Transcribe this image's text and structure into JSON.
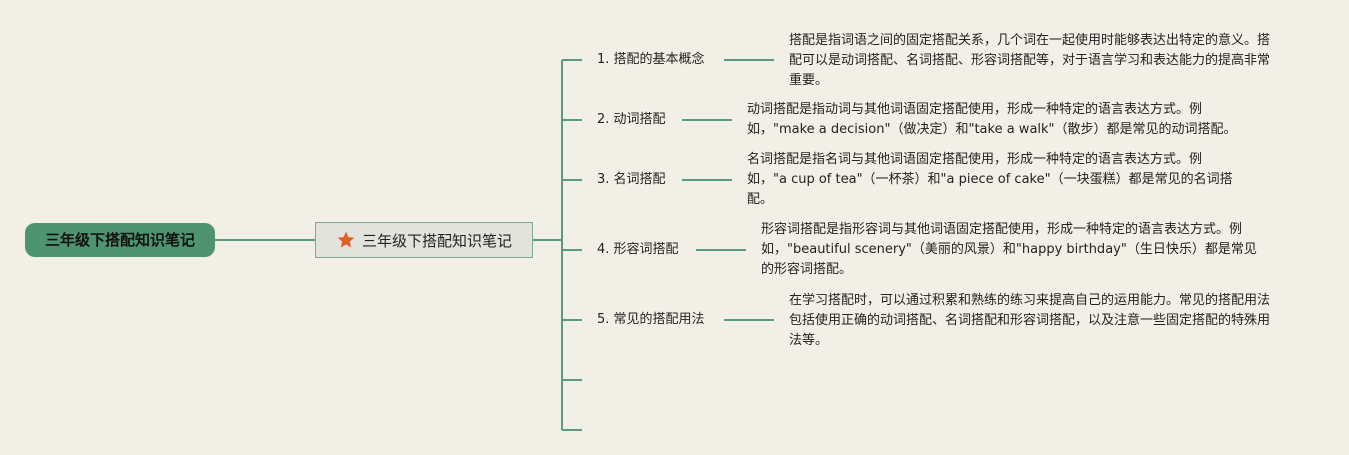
{
  "root": {
    "label": "三年级下搭配知识笔记"
  },
  "center": {
    "label": "三年级下搭配知识笔记",
    "icon": "star-icon",
    "icon_color": "#e0602a"
  },
  "colors": {
    "line": "#5a9a82",
    "root_bg": "#4e9470",
    "background": "#f2efe6"
  },
  "items": [
    {
      "label": "1. 搭配的基本概念",
      "desc": "搭配是指词语之间的固定搭配关系，几个词在一起使用时能够表达出特定的意义。搭配可以是动词搭配、名词搭配、形容词搭配等，对于语言学习和表达能力的提高非常重要。"
    },
    {
      "label": "2. 动词搭配",
      "desc": "动词搭配是指动词与其他词语固定搭配使用，形成一种特定的语言表达方式。例如，\"make a decision\"（做决定）和\"take a walk\"（散步）都是常见的动词搭配。"
    },
    {
      "label": "3. 名词搭配",
      "desc": "名词搭配是指名词与其他词语固定搭配使用，形成一种特定的语言表达方式。例如，\"a cup of tea\"（一杯茶）和\"a piece of cake\"（一块蛋糕）都是常见的名词搭配。"
    },
    {
      "label": "4. 形容词搭配",
      "desc": "形容词搭配是指形容词与其他词语固定搭配使用，形成一种特定的语言表达方式。例如，\"beautiful scenery\"（美丽的风景）和\"happy birthday\"（生日快乐）都是常见的形容词搭配。"
    },
    {
      "label": "5. 常见的搭配用法",
      "desc": "在学习搭配时，可以通过积累和熟练的练习来提高自己的运用能力。常见的搭配用法包括使用正确的动词搭配、名词搭配和形容词搭配，以及注意一些固定搭配的特殊用法等。"
    }
  ]
}
